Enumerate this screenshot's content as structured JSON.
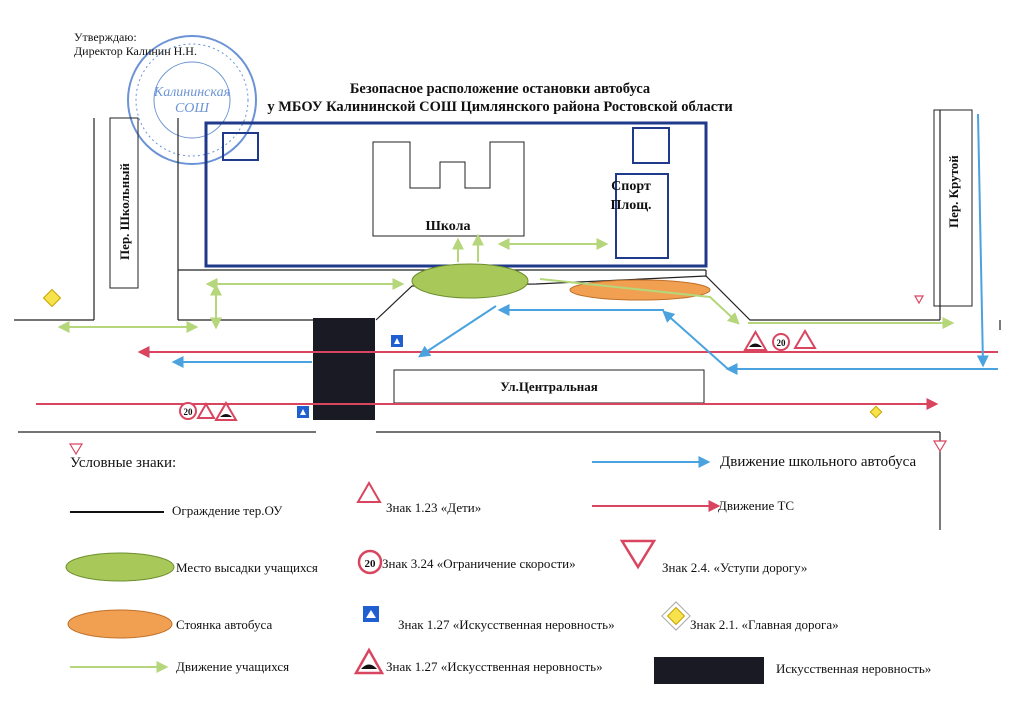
{
  "approval": {
    "line1": "Утверждаю:",
    "line2": "Директор Калинин Н.Н."
  },
  "stamp": {
    "text": "Калининская СОШ"
  },
  "title": {
    "line1": "Безопасное расположение остановки автобуса",
    "line2": "у МБОУ Калининской СОШ Цимлянского района Ростовской области"
  },
  "map": {
    "street_left": "Пер. Школьный",
    "street_right": "Пер. Крутой",
    "street_main": "Ул.Центральная",
    "school": "Школа",
    "sport_line1": "Спорт",
    "sport_line2": "Площ.",
    "speed_limit": "20"
  },
  "legend": {
    "title": "Условные знаки:",
    "fence": "Ограждение тер.ОУ",
    "dropoff": "Место высадки учащихся",
    "bus_parking": "Стоянка автобуса",
    "student_movement": "Движение учащихся",
    "sign_children": "Знак 1.23 «Дети»",
    "sign_speed": "Знак 3.24 «Ограничение скорости»",
    "sign_bump_blue": "Знак 1.27 «Искусственная неровность»",
    "sign_bump_red": "Знак 1.27 «Искусственная неровность»",
    "school_bus_movement": "Движение школьного автобуса",
    "traffic_movement": "Движение ТС",
    "sign_yield": "Знак 2.4. «Уступи дорогу»",
    "sign_main_road": "Знак 2.1. «Главная дорога»",
    "speed_bump": "Искусственная неровность»"
  },
  "colors": {
    "school_outline": "#1f3a8a",
    "dropoff_fill": "#a8c85a",
    "bus_parking_fill": "#f0a050",
    "student_arrow": "#b5d67a",
    "bus_arrow": "#4aa3df",
    "traffic_arrow": "#d9455f",
    "speed_bump": "#1a1a24",
    "stamp": "#3a6fc8"
  }
}
